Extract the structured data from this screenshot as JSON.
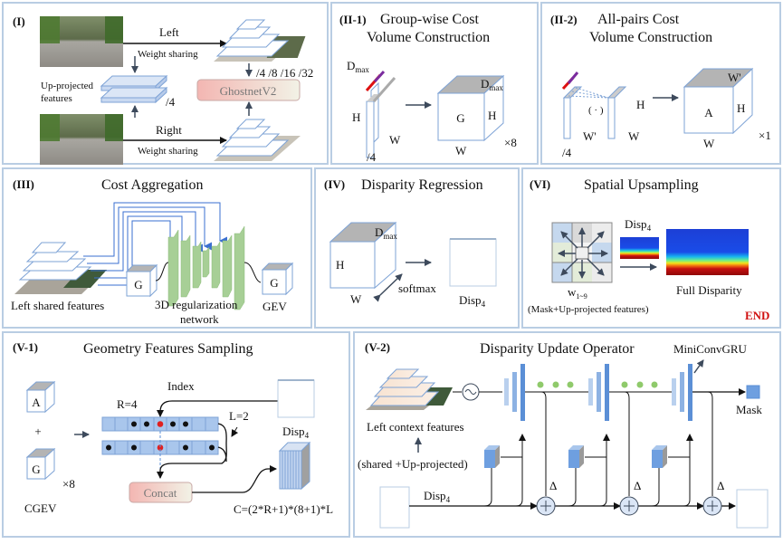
{
  "figure": {
    "panels": {
      "p1": {
        "tag": "(I)",
        "left_label": "Left",
        "right_label": "Right",
        "weight_sharing_top": "Weight sharing",
        "weight_sharing_bottom": "Weight sharing",
        "scales": "/4 /8 /16 /32",
        "backbone": "GhostnetV2",
        "upproj_line1": "Up-projected",
        "upproj_line2": "features",
        "upproj_scale": "/4"
      },
      "p2a": {
        "tag": "(II-1)",
        "title_line1": "Group-wise Cost",
        "title_line2": "Volume Construction",
        "dmax": "D",
        "dmax_sub": "max",
        "h": "H",
        "w": "W",
        "scale": "/4",
        "cube_label": "G",
        "cube_h": "H",
        "cube_w": "W",
        "cube_dmax": "D",
        "cube_dmax_sub": "max",
        "multiplier": "×8"
      },
      "p2b": {
        "tag": "(II-2)",
        "title_line1": "All-pairs Cost",
        "title_line2": "Volume Construction",
        "dot_op": "( · )",
        "h": "H",
        "w_prime": "W'",
        "w": "W",
        "scale": "/4",
        "cube_label": "A",
        "cube_h": "H",
        "cube_w": "W",
        "cube_wprime": "W'",
        "multiplier": "×1"
      },
      "p3": {
        "tag": "(III)",
        "title": "Cost Aggregation",
        "left_features": "Left shared features",
        "network_line1": "3D regularization",
        "network_line2": "network",
        "g_in": "G",
        "g_out": "G",
        "gev": "GEV"
      },
      "p4": {
        "tag": "(IV)",
        "title": "Disparity Regression",
        "dmax": "D",
        "dmax_sub": "max",
        "h": "H",
        "w": "W",
        "softmax": "softmax",
        "disp": "Disp",
        "disp_sub": "4"
      },
      "p6": {
        "tag": "(VI)",
        "title": "Spatial Upsampling",
        "disp": "Disp",
        "disp_sub": "4",
        "weights": "w",
        "weights_sub": "1~9",
        "mask_note": "(Mask+Up-projected features)",
        "full": "Full Disparity",
        "end": "END"
      },
      "p5a": {
        "tag": "(V-1)",
        "title": "Geometry Features Sampling",
        "cube_a": "A",
        "plus": "+",
        "cube_g": "G",
        "multiplier": "×8",
        "cgev": "CGEV",
        "index": "Index",
        "r": "R=4",
        "l": "L=2",
        "disp": "Disp",
        "disp_sub": "4",
        "concat": "Concat",
        "formula": "C=(2*R+1)*(8+1)*L"
      },
      "p5b": {
        "tag": "(V-2)",
        "title": "Disparity Update Operator",
        "gru": "MiniConvGRU",
        "left_context": "Left context features",
        "shared_note": "(shared +Up-projected)",
        "disp": "Disp",
        "disp_sub": "4",
        "delta": "Δ",
        "mask": "Mask"
      }
    },
    "colors": {
      "panel_border": "#b9cde3",
      "layer_blue": "#5b8fd6",
      "green_net": "#a7cf96",
      "end_red": "#d01010",
      "dot_red": "#e02020",
      "dot_green": "#8fca6b"
    }
  }
}
